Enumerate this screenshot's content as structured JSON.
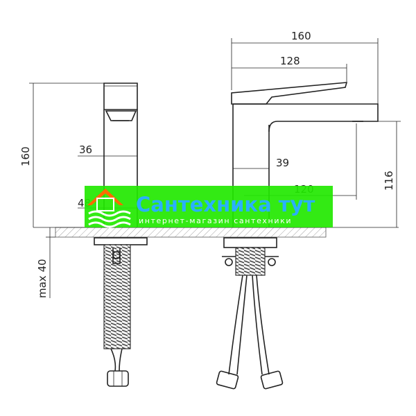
{
  "drawing": {
    "dimensions": {
      "overall_width": "160",
      "spout_reach": "128",
      "side_width": "36",
      "body_depth": "39",
      "outlet_offset": "120",
      "overall_height": "160",
      "outlet_height": "116",
      "base_width": "48",
      "counter_thickness": "max 40"
    }
  },
  "watermark": {
    "title": "Сантехника тут",
    "subtitle": "интернет-магазин сантехники",
    "bar_color": "#22e800",
    "title_color": "#2ab0ff",
    "accent_color": "#ff6a00"
  }
}
